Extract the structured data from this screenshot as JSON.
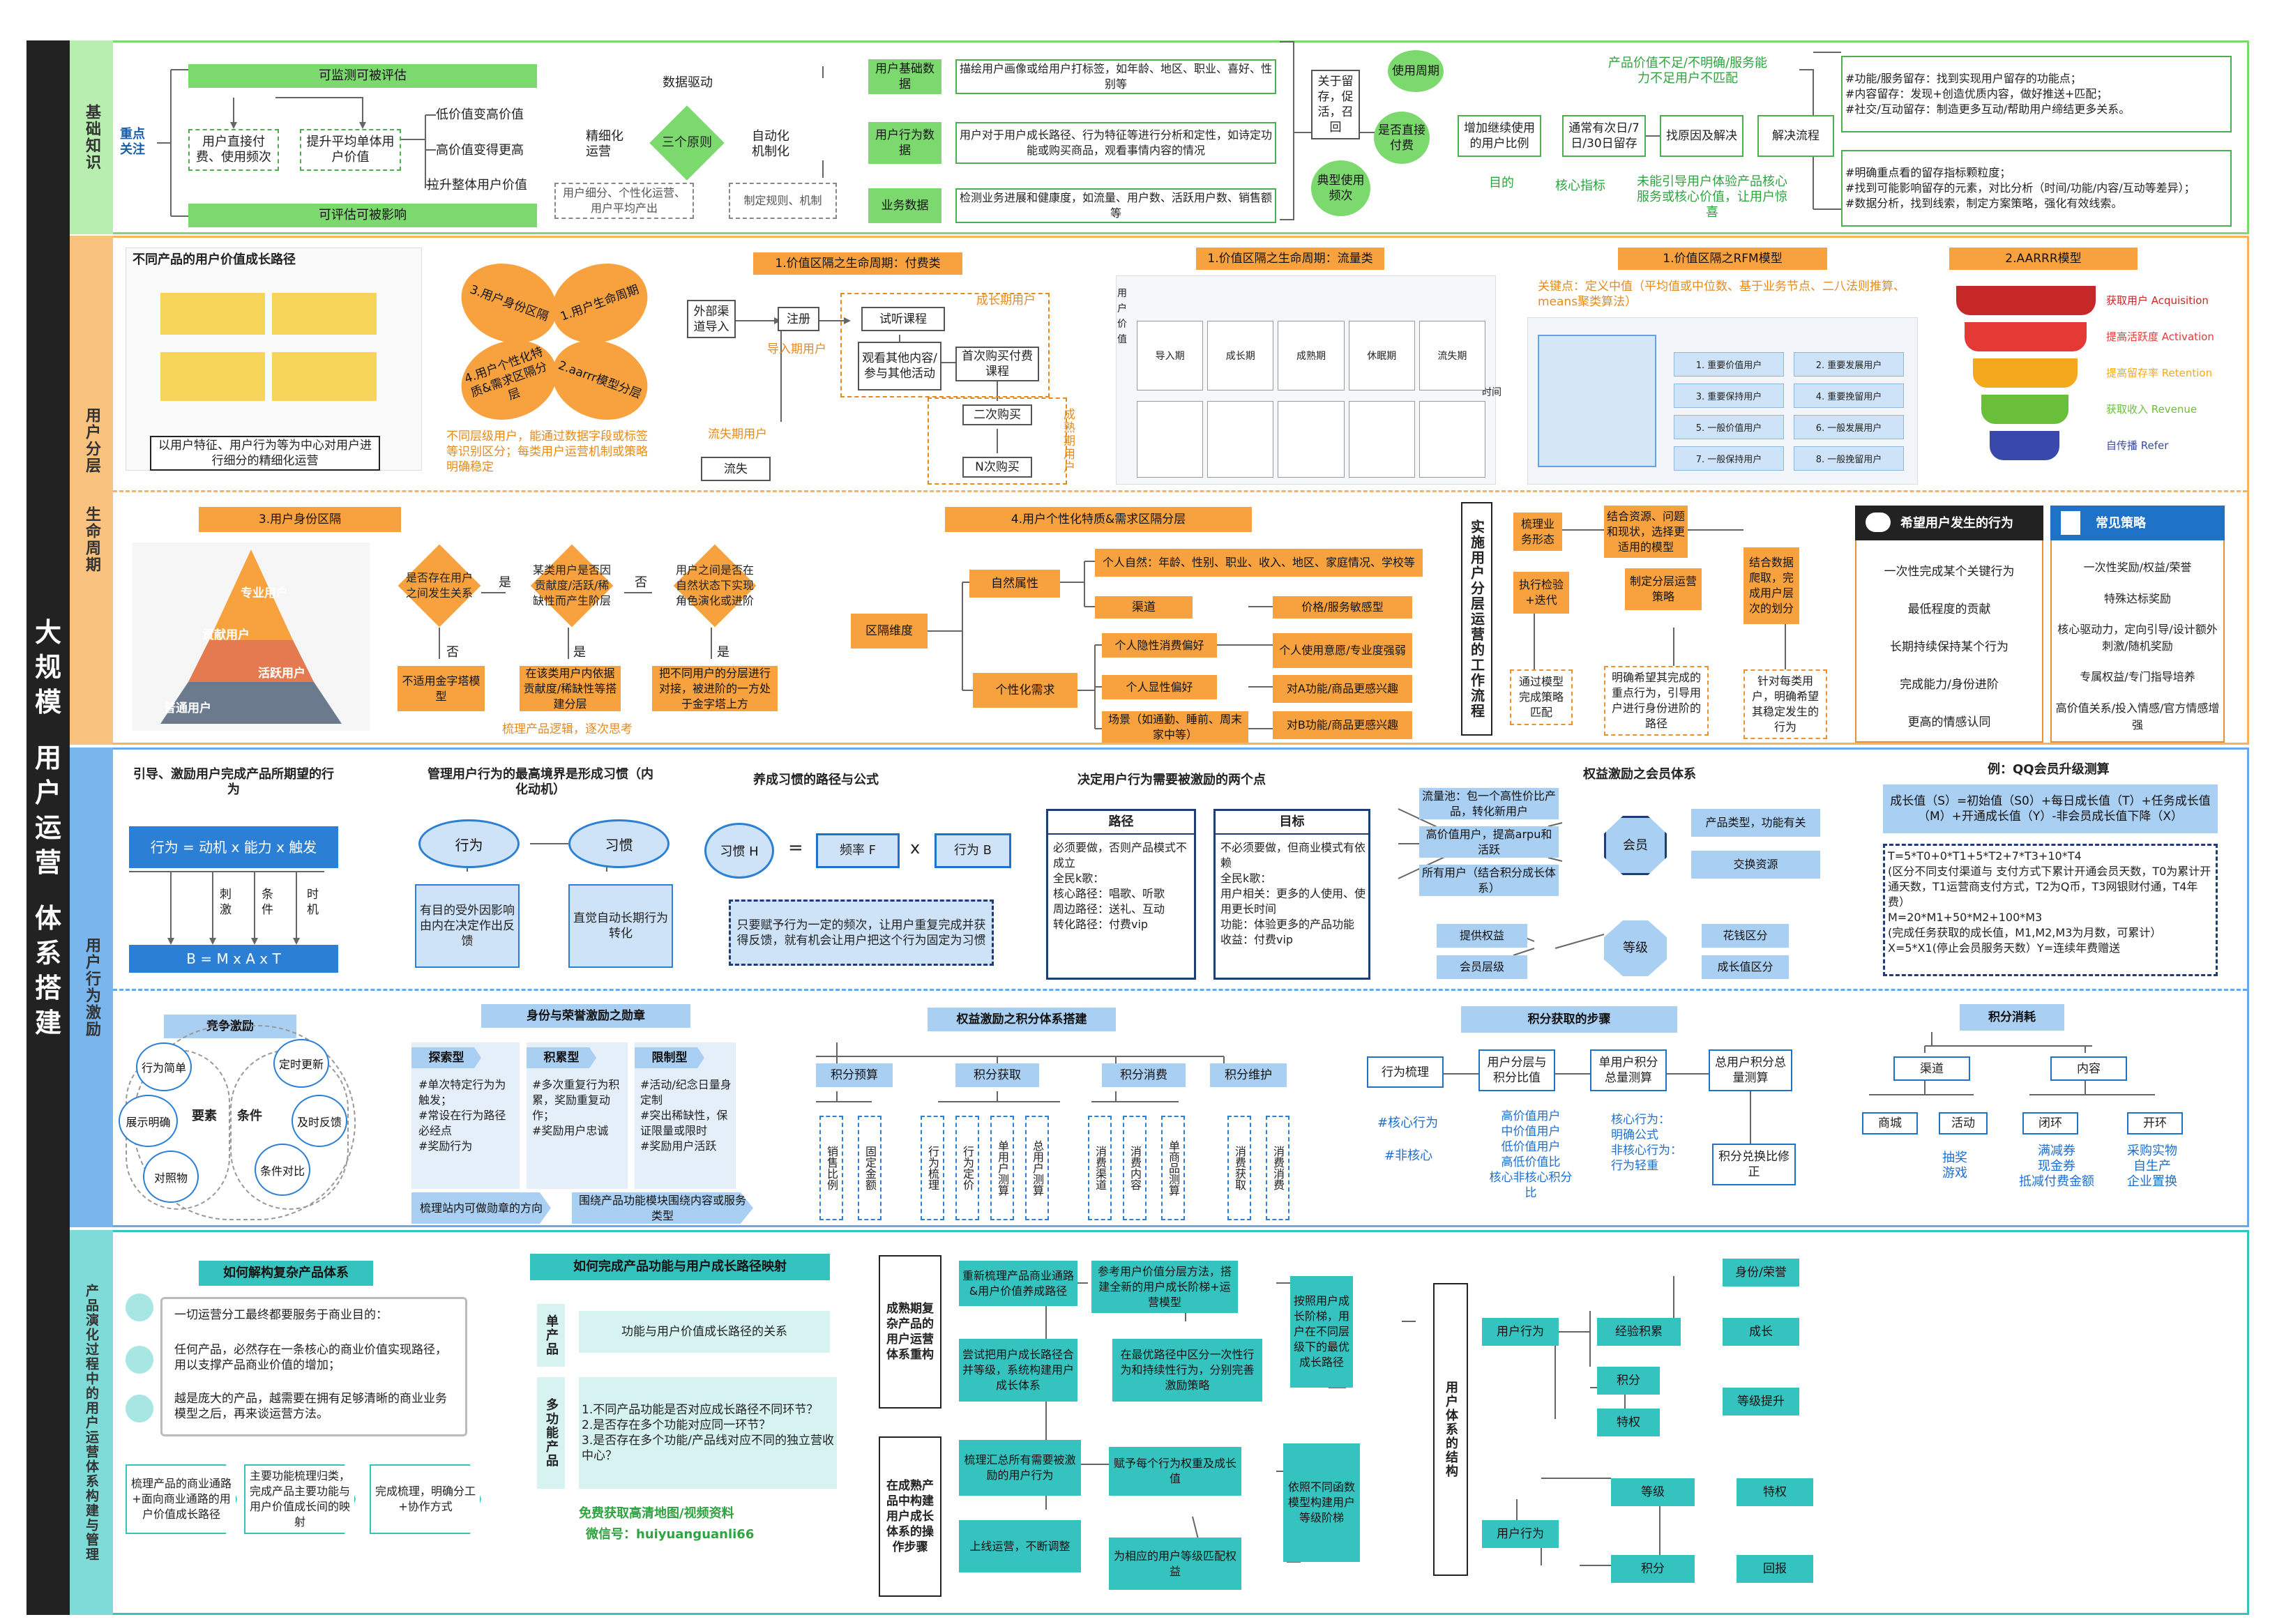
{
  "side_title": [
    "大",
    "规",
    "模",
    "",
    "用",
    "户",
    "运",
    "营",
    "",
    "体",
    "系",
    "搭",
    "建"
  ],
  "sections": {
    "s1": "基础知识",
    "s2a": "用户分层",
    "s2b": "生命周期",
    "s3": "用户行为激励",
    "s4": "产品演化过程中的用户运营体系构建与管理"
  },
  "s1": {
    "focus": "重点关注",
    "measurable": "可监测可被评估",
    "estimable": "可评估可被影响",
    "pay": "用户直接付费、使用频次",
    "ltv": "提升平均单体用户价值",
    "low": "低价值变高价值",
    "high": "高价值变得更高",
    "lift": "拉升整体用户价值",
    "data_driven": "数据驱动",
    "three": "三个原则",
    "refine": "精细化运营",
    "auto": "自动化机制化",
    "seg_note": "用户细分、个性化运营、用户平均产出",
    "rule_note": "制定规则、机制",
    "d1": "用户基础数据",
    "d1t": "描绘用户画像或给用户打标签，如年龄、地区、职业、喜好、性别等",
    "d2": "用户行为数据",
    "d2t": "用户对于用户成长路径、行为特征等进行分析和定性，如诗定功能或购买商品，观看事情内容的情况",
    "d3": "业务数据",
    "d3t": "检测业务进展和健康度，如流量、用户数、活跃用户数、销售额等",
    "keep": "关于留存，促活，召回",
    "use": "使用周期",
    "pay2": "是否直接付费",
    "freq": "典型使用频次",
    "chain1": "增加继续使用的用户比例",
    "chain2": "通常有次日/7日/30日留存",
    "chain3": "找原因及解决",
    "chain4": "解决流程",
    "goal": "目的",
    "kpi": "核心指标",
    "top": "产品价值不足/不明确/服务能力不足用户不匹配",
    "bottom": "未能引导用户体验产品核心服务或核心价值，让用户惊喜",
    "r1": "#功能/服务留存：找到实现用户留存的功能点；\n#内容留存：发现+创造优质内容，做好推送+匹配；\n#社交/互动留存：制造更多互动/帮助用户缔结更多关系。",
    "r2": "#明确重点看的留存指标颗粒度；\n#找到可能影响留存的元素，对比分析（时间/功能/内容/互动等差异）；\n#数据分析，找到线索，制定方案策略，强化有效线索。"
  },
  "s2": {
    "img1_title": "不同产品的用户价值成长路径",
    "img1_cap": "以用户特征、用户行为等为中心对用户进行细分的精细化运营",
    "pet1": "3.用户身份区隔",
    "pet2": "1.用户生命周期",
    "pet3": "4.用户个性化特质&需求区隔分层",
    "pet4": "2.aarrr模型分层",
    "pet_note": "不同层级用户，能通过数据字段或标签等识别区分；每类用户运营机制或策略明确稳定",
    "lc_title": "1.价值区隔之生命周期：付费类",
    "lc_a": "外部渠道导入",
    "lc_b": "注册",
    "lc_c": "试听课程",
    "lc_d": "观看其他内容/参与其他活动",
    "lc_e": "首次购买付费课程",
    "lc_f": "二次购买",
    "lc_g": "N次购买",
    "lc_h": "流失",
    "lc_in": "导入期用户",
    "lc_grow": "成长期用户",
    "lc_mature": "成熟期用户",
    "lc_churn": "流失期用户",
    "flow_title": "1.价值区隔之生命周期：流量类",
    "flow_stages": [
      "导入期",
      "成长期",
      "成熟期",
      "休眠期",
      "流失期"
    ],
    "flow_y": "用户价值",
    "flow_x": "时间",
    "rfm_title": "1.价值区隔之RFM模型",
    "rfm_note": "关键点：定义中值（平均值或中位数、基于业务节点、二八法则推算、means聚类算法）",
    "rfm_items": [
      "1. 重要价值用户",
      "2. 重要发展用户",
      "3. 重要保持用户",
      "4. 重要挽留用户",
      "5. 一般价值用户",
      "6. 一般发展用户",
      "7. 一般保持用户",
      "8. 一般挽留用户"
    ],
    "aarrr_title": "2.AARRR模型",
    "aarrr_items": [
      "获取用户 Acquisition",
      "提高活跃度 Activation",
      "提高留存率 Retention",
      "获取收入 Revenue",
      "自传播 Refer"
    ],
    "id_title": "3.用户身份区隔",
    "pyr": [
      "专业用户",
      "贡献用户",
      "活跃用户",
      "普通用户"
    ],
    "q1": "是否存在用户之间发生关系",
    "q2": "某类用户是否因贡献度/活跃/稀缺性而产生阶层",
    "q3": "用户之间是否在自然状态下实现角色演化或进阶",
    "yes": "是",
    "no": "否",
    "a1": "不适用金字塔模型",
    "a2": "在该类用户内依据贡献度/稀缺性等搭建分层",
    "a3": "把不同用户的分层进行对接，被进阶的一方处于金字塔上方",
    "id_note": "梳理产品逻辑，逐次思考",
    "ps_title": "4.用户个性化特质&需求区隔分层",
    "ps_root": "区隔维度",
    "ps_nat": "自然属性",
    "ps_pers": "个性化需求",
    "ps_1": "个人自然：年龄、性别、职业、收入、地区、家庭情况、学校等",
    "ps_2": "渠道",
    "ps_3": "价格/服务敏感型",
    "ps_4": "个人隐性消费偏好",
    "ps_5": "个人使用意愿/专业度强弱",
    "ps_6": "个人显性偏好",
    "ps_7": "对A功能/商品更感兴趣",
    "ps_8": "场景（如通勤、睡前、周末家中等）",
    "ps_9": "对B功能/商品更感兴趣",
    "wf_title": "实施用户分层运营的工作流程",
    "wf_1": "梳理业务形态",
    "wf_2": "结合资源、问题和现状，选择更适用的模型",
    "wf_3": "结合数据爬取，完成用户层次的划分",
    "wf_4": "执行检验+迭代",
    "wf_5": "制定分层运营策略",
    "wf_6": "通过模型完成策略匹配",
    "wf_7": "明确希望其完成的重点行为，引导用户进行身份进阶的路径",
    "wf_8": "针对每类用户，明确希望其稳定发生的行为",
    "hope_title": "希望用户发生的行为",
    "hope": [
      "一次性完成某个关键行为",
      "最低程度的贡献",
      "长期持续保持某个行为",
      "完成能力/身份进阶",
      "更高的情感认同"
    ],
    "strat_title": "常见策略",
    "strat": [
      "一次性奖励/权益/荣誉",
      "特殊达标奖励",
      "核心驱动力，定向引导/设计额外刺激/随机奖励",
      "专属权益/专门指导培养",
      "高价值关系/投入情感/官方情感增强"
    ]
  },
  "s3": {
    "h1": "引导、激励用户完成产品所期望的行为",
    "formula": "行为 = 动机 x 能力 x 触发",
    "formula2": "B = M x A x T",
    "stim": [
      "刺激",
      "条件",
      "时机"
    ],
    "h2": "管理用户行为的最高境界是形成习惯（内化动机）",
    "beh": "行为",
    "habit": "习惯",
    "purpose": "有目的受外因影响由内在决定作出反馈",
    "intuit": "直觉自动长期行为转化",
    "h3": "养成习惯的路径与公式",
    "hf_h": "习惯 H",
    "hf_f": "频率 F",
    "hf_b": "行为 B",
    "hf_note": "只要赋予行为一定的频次，让用户重复完成并获得反馈，就有机会让用户把这个行为固定为习惯",
    "h4": "决定用户行为需要被激励的两个点",
    "path": "路径",
    "path_t": "必须要做，否则产品模式不成立\n全民k歌：\n核心路径：唱歌、听歌\n周边路径：送礼、互动\n转化路径：付费vip",
    "target": "目标",
    "target_t": "不必须要做，但商业模式有依赖\n全民k歌：\n用户相关：更多的人使用、使用更长时间\n功能：体验更多的产品功能\n收益：付费vip",
    "h5": "权益激励之会员体系",
    "m1": "流量池：包一个高性价比产品，转化新用户",
    "m2": "高价值用户，提高arpu和活跃",
    "m3": "所有用户（结合积分成长体系）",
    "member": "会员",
    "m4": "产品类型，功能有关",
    "m5": "交换资源",
    "lv1": "提供权益",
    "lv2": "会员层级",
    "level": "等级",
    "lv3": "花钱区分",
    "lv4": "成长值区分",
    "h6": "例：QQ会员升级测算",
    "qq1": "成长值（S）=初始值（S0）+每日成长值（T）+任务成长值（M）+开通成长值（Y）-非会员成长值下降（X）",
    "qq2": "T=5*T0+0*T1+5*T2+7*T3+10*T4\n(区分不同支付渠道与 支付方式下累计开通会员天数，T0为累计开通天数，T1运营商支付方式，T2为Q币，T3网银财付通，T4年费）\nM=20*M1+50*M2+100*M3\n(完成任务获取的成长值，M1,M2,M3为月数，可累计）\nX=5*X1(停止会员服务天数）Y=连续年费赠送",
    "c_title": "竞争激励",
    "c_items": [
      "行为简单",
      "定时更新",
      "展示明确",
      "及时反馈",
      "对照物",
      "条件对比"
    ],
    "c_elem": "要素",
    "c_cond": "条件",
    "badge_title": "身份与荣誉激励之勋章",
    "bd1": "探索型",
    "bd1t": "#单次特定行为为触发；\n#常设在行为路径必经点\n#奖励行为",
    "bd2": "积累型",
    "bd2t": "#多次重复行为积累，奖励重复动作；\n#奖励用户忠诚",
    "bd3": "限制型",
    "bd3t": "#活动/纪念日量身定制\n#突出稀缺性，保证限量或限时\n#奖励用户活跃",
    "bd_n1": "梳理站内可做勋章的方向",
    "bd_n2": "围绕产品功能模块围绕内容或服务类型",
    "pt_title": "权益激励之积分体系搭建",
    "pt1": "积分预算",
    "pt2": "积分获取",
    "pt3": "积分消费",
    "pt4": "积分维护",
    "pt_leaves": [
      "销售比例",
      "固定金额",
      "行为梳理",
      "行为定价",
      "单用户测算",
      "总用户测算",
      "消费渠道",
      "消费内容",
      "单商品测算",
      "消费获取",
      "消费消费"
    ],
    "ps_title": "积分获取的步骤",
    "ps1": "行为梳理",
    "ps2": "用户分层与积分比值",
    "ps3": "单用户积分总量测算",
    "ps4": "总用户积分总量测算",
    "ps_a": "#核心行为",
    "ps_b": "#非核心",
    "ps_c": "高价值用户\n中价值用户\n低价值用户\n高低价值比\n核心非核心积分比",
    "ps_d": "核心行为：\n明确公式\n非核心行为：\n行为轻重",
    "ps5": "积分兑换比修正",
    "pc_title": "积分消耗",
    "pc_ch": "渠道",
    "pc_ct": "内容",
    "pc_1": "商城",
    "pc_2": "活动",
    "pc_3": "闭环",
    "pc_4": "开环",
    "pc_5": "抽奖\n游戏",
    "pc_6": "满减券\n现金券\n抵减付费金额",
    "pc_7": "采购实物\n自生产\n企业置换"
  },
  "s4": {
    "dec_title": "如何解构复杂产品体系",
    "dec1": "一切运营分工最终都要服务于商业目的：",
    "dec2": "任何产品，必然存在一条核心的商业价值实现路径，用以支撑产品商业价值的增加；",
    "dec3": "越是庞大的产品，越需要在拥有足够清晰的商业业务模型之后，再来谈运营方法。",
    "dec_s1": "梳理产品的商业通路+面向商业通路的用户价值成长路径",
    "dec_s2": "主要功能梳理归类，完成产品主要功能与用户价值成长间的映射",
    "dec_s3": "完成梳理，明确分工+协作方式",
    "map_title": "如何完成产品功能与用户成长路径映射",
    "single": "单产品",
    "single_t": "功能与用户价值成长路径的关系",
    "multi": "多功能产品",
    "multi_t": "1.不同产品功能是否对应成长路径不同环节？\n2.是否存在多个功能对应同一环节？\n3.是否存在多个功能/产品线对应不同的独立营收中心？",
    "promo1": "免费获取高清地图/视频资料",
    "promo2": "微信号：huiyuanguanli66",
    "mat_title": "成熟期复杂产品的用户运营体系重构",
    "mat1": "重新梳理产品商业通路&用户价值养成路径",
    "mat2": "参考用户价值分层方法，搭建全新的用户成长阶梯+运营模型",
    "mat3": "按照用户成长阶梯，用户在不同层级下的最优成长路径",
    "mat4": "尝试把用户成长路径合并等级，系统构建用户成长体系",
    "mat5": "在最优路径中区分一次性行为和持续性行为，分别完善激励策略",
    "gr_title": "在成熟产品中构建用户成长体系的操作步骤",
    "gr1": "梳理汇总所有需要被激励的用户行为",
    "gr2": "赋予每个行为权重及成长值",
    "gr3": "依照不同函数模型构建用户等级阶梯",
    "gr4": "上线运营，不断调整",
    "gr5": "为相应的用户等级匹配权益",
    "st_title": "用户体系的结构",
    "st_user": "用户行为",
    "st_exp": "经验积累",
    "st_grow": "成长",
    "st_id": "身份/荣誉",
    "st_pt": "积分",
    "st_priv": "特权",
    "st_lvup": "等级提升",
    "st_lv": "等级",
    "st_priv2": "特权",
    "st_pt2": "积分",
    "st_red": "回报"
  }
}
